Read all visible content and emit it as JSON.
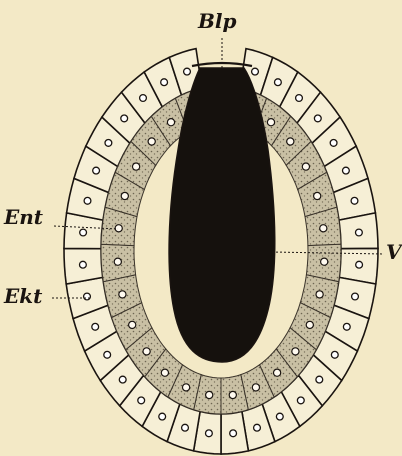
{
  "figure": {
    "background_color": "#f3e9c6",
    "ink_color": "#1a1410",
    "labels": {
      "blp": "Blp",
      "ent": "Ent",
      "ekt": "Ekt",
      "v": "V"
    },
    "layers": [
      {
        "name": "ektoderm",
        "cells": 34,
        "fill": "#f6efd6"
      },
      {
        "name": "entoderm",
        "cells": 26,
        "fill": "#c9c0a4"
      },
      {
        "name": "cavity",
        "fill": "#15110d"
      }
    ]
  }
}
